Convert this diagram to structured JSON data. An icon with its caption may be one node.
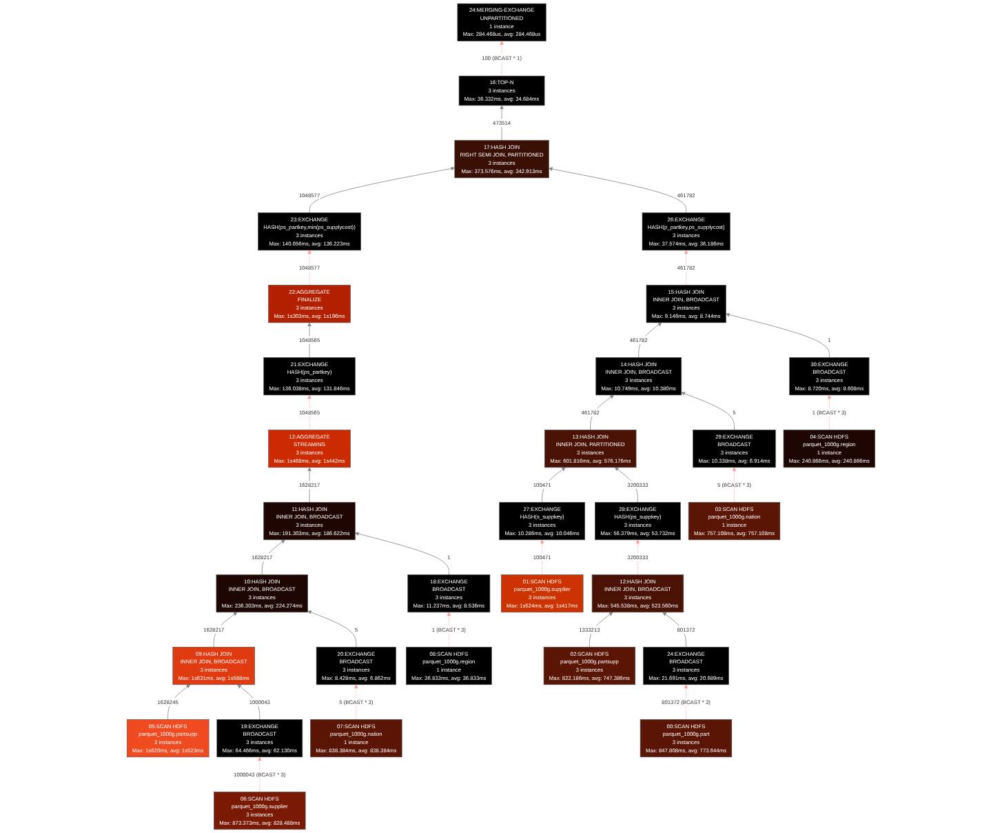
{
  "diagram": {
    "nodes": [
      {
        "text": [
          "24:MERGING-EXCHANGE",
          "UNPARTITIONED",
          "1 instance",
          "Max: 284.468us, avg: 284.468us"
        ]
      },
      {
        "text": [
          "16:TOP-N",
          "3 instances",
          "Max: 36.332ms, avg: 34.684ms"
        ]
      },
      {
        "text": [
          "17:HASH JOIN",
          "RIGHT SEMI JOIN, PARTITIONED",
          "3 instances",
          "Max: 373.576ms, avg: 342.913ms"
        ]
      },
      {
        "text": [
          "23:EXCHANGE",
          "HASH(ps_partkey,min(ps_supplycost))",
          "3 instances",
          "Max: 140.656ms, avg: 136.223ms"
        ]
      },
      {
        "text": [
          "22:AGGREGATE",
          "FINALIZE",
          "3 instances",
          "Max: 1s303ms, avg: 1s196ms"
        ]
      },
      {
        "text": [
          "21:EXCHANGE",
          "HASH(ps_partkey)",
          "3 instances",
          "Max: 136.038ms, avg: 131.846ms"
        ]
      },
      {
        "text": [
          "12:AGGREGATE",
          "STREAMING",
          "3 instances",
          "Max: 1s468ms, avg: 1s442ms"
        ]
      },
      {
        "text": [
          "11:HASH JOIN",
          "INNER JOIN, BROADCAST",
          "3 instances",
          "Max: 191.303ms, avg: 186.622ms"
        ]
      },
      {
        "text": [
          "10:HASH JOIN",
          "INNER JOIN, BROADCAST",
          "3 instances",
          "Max: 236.303ms, avg: 224.274ms"
        ]
      },
      {
        "text": [
          "09:HASH JOIN",
          "INNER JOIN, BROADCAST",
          "3 instances",
          "Max: 1s631ms, avg: 1s588ms"
        ]
      },
      {
        "text": [
          "05:SCAN HDFS",
          "parquet_1000g.partsupp",
          "3 instances",
          "Max: 1s620ms, avg: 1s523ms"
        ]
      },
      {
        "text": [
          "19:EXCHANGE",
          "BROADCAST",
          "3 instances",
          "Max: 64.466ms, avg: 62.130ms"
        ]
      },
      {
        "text": [
          "06:SCAN HDFS",
          "parquet_1000g.supplier",
          "3 instances",
          "Max: 873.373ms, avg: 828.488ms"
        ]
      },
      {
        "text": [
          "20:EXCHANGE",
          "BROADCAST",
          "3 instances",
          "Max: 8.428ms, avg: 6.862ms"
        ]
      },
      {
        "text": [
          "07:SCAN HDFS",
          "parquet_1000g.nation",
          "1 instance",
          "Max: 838.384ms, avg: 838.384ms"
        ]
      },
      {
        "text": [
          "18:EXCHANGE",
          "BROADCAST",
          "3 instances",
          "Max: 11.237ms, avg: 8.536ms"
        ]
      },
      {
        "text": [
          "08:SCAN HDFS",
          "parquet_1000g.region",
          "1 instance",
          "Max: 36.833ms, avg: 36.833ms"
        ]
      },
      {
        "text": [
          "26:EXCHANGE",
          "HASH(p_partkey,ps_supplycost)",
          "3 instances",
          "Max: 37.574ms, avg: 36.186ms"
        ]
      },
      {
        "text": [
          "15:HASH JOIN",
          "INNER JOIN, BROADCAST",
          "3 instances",
          "Max: 9.146ms, avg: 8.744ms"
        ]
      },
      {
        "text": [
          "14:HASH JOIN",
          "INNER JOIN, BROADCAST",
          "3 instances",
          "Max: 10.749ms, avg: 10.380ms"
        ]
      },
      {
        "text": [
          "13:HASH JOIN",
          "INNER JOIN, PARTITIONED",
          "3 instances",
          "Max: 601.816ms, avg: 576.176ms"
        ]
      },
      {
        "text": [
          "27:EXCHANGE",
          "HASH(s_suppkey)",
          "3 instances",
          "Max: 10.286ms, avg: 10.046ms"
        ]
      },
      {
        "text": [
          "01:SCAN HDFS",
          "parquet_1000g.supplier",
          "3 instances",
          "Max: 1s524ms, avg: 1s417ms"
        ]
      },
      {
        "text": [
          "28:EXCHANGE",
          "HASH(ps_suppkey)",
          "3 instances",
          "Max: 56.379ms, avg: 53.732ms"
        ]
      },
      {
        "text": [
          "12:HASH JOIN",
          "INNER JOIN, BROADCAST",
          "3 instances",
          "Max: 545.538ms, avg: 523.560ms"
        ]
      },
      {
        "text": [
          "02:SCAN HDFS",
          "parquet_1000g.partsupp",
          "3 instances",
          "Max: 822.186ms, avg: 747.386ms"
        ]
      },
      {
        "text": [
          "24:EXCHANGE",
          "BROADCAST",
          "3 instances",
          "Max: 21.691ms, avg: 20.689ms"
        ]
      },
      {
        "text": [
          "00:SCAN HDFS",
          "parquet_1000g.part",
          "3 instances",
          "Max: 847.808ms, avg: 773.644ms"
        ]
      },
      {
        "text": [
          "29:EXCHANGE",
          "BROADCAST",
          "3 instances",
          "Max: 10.338ms, avg: 6.914ms"
        ]
      },
      {
        "text": [
          "03:SCAN HDFS",
          "parquet_1000g.nation",
          "1 instance",
          "Max: 757.108ms, avg: 757.108ms"
        ]
      },
      {
        "text": [
          "30:EXCHANGE",
          "BROADCAST",
          "3 instances",
          "Max: 8.720ms, avg: 8.608ms"
        ]
      },
      {
        "text": [
          "04:SCAN HDFS",
          "parquet_1000g.region",
          "1 instance",
          "Max: 240.866ms, avg: 240.866ms"
        ]
      }
    ],
    "edges": [
      {
        "from": 1,
        "to": 0,
        "arrow": "to",
        "label": "100 (BCAST * 1)",
        "style": "dashed",
        "color": "#ff9999"
      },
      {
        "from": 2,
        "to": 1,
        "arrow": "to",
        "label": "473514"
      },
      {
        "from": 3,
        "to": 2,
        "arrow": "to",
        "label": "1048577"
      },
      {
        "from": 17,
        "to": 2,
        "arrow": "to",
        "label": "461782"
      },
      {
        "from": 4,
        "to": 3,
        "arrow": "to",
        "label": "1048577",
        "style": "dashed",
        "color": "#ff9999"
      },
      {
        "from": 5,
        "to": 4,
        "arrow": "to",
        "label": "1048565"
      },
      {
        "from": 6,
        "to": 5,
        "arrow": "to",
        "label": "1048565",
        "style": "dashed",
        "color": "#ff9999"
      },
      {
        "from": 7,
        "to": 6,
        "arrow": "to",
        "label": "1628217"
      },
      {
        "from": 8,
        "to": 7,
        "arrow": "to",
        "label": "1628217"
      },
      {
        "from": 15,
        "to": 7,
        "arrow": "to",
        "label": "1"
      },
      {
        "from": 9,
        "to": 8,
        "arrow": "to",
        "label": "1628217"
      },
      {
        "from": 13,
        "to": 8,
        "arrow": "to",
        "label": "5"
      },
      {
        "from": 10,
        "to": 9,
        "arrow": "to",
        "label": "1628245"
      },
      {
        "from": 11,
        "to": 9,
        "arrow": "to",
        "label": "1000043"
      },
      {
        "from": 12,
        "to": 11,
        "arrow": "to",
        "label": "1000043 (BCAST * 3)",
        "style": "dashed",
        "color": "#ff9999"
      },
      {
        "from": 14,
        "to": 13,
        "arrow": "to",
        "label": "5 (BCAST * 3)",
        "style": "dashed",
        "color": "#ff9999"
      },
      {
        "from": 16,
        "to": 15,
        "arrow": "to",
        "label": "1 (BCAST * 3)",
        "style": "dashed",
        "color": "#ff9999"
      },
      {
        "from": 18,
        "to": 17,
        "arrow": "to",
        "label": "461782",
        "style": "dashed",
        "color": "#ff9999"
      },
      {
        "from": 19,
        "to": 18,
        "arrow": "to",
        "label": "461782"
      },
      {
        "from": 30,
        "to": 18,
        "arrow": "to",
        "label": "1"
      },
      {
        "from": 20,
        "to": 19,
        "arrow": "to",
        "label": "461782"
      },
      {
        "from": 28,
        "to": 19,
        "arrow": "to",
        "label": "5"
      },
      {
        "from": 21,
        "to": 20,
        "arrow": "to",
        "label": "100471"
      },
      {
        "from": 23,
        "to": 20,
        "arrow": "to",
        "label": "3200333"
      },
      {
        "from": 22,
        "to": 21,
        "arrow": "to",
        "label": "100471",
        "style": "dashed",
        "color": "#ff9999"
      },
      {
        "from": 24,
        "to": 23,
        "arrow": "to",
        "label": "3200333",
        "style": "dashed",
        "color": "#ff9999"
      },
      {
        "from": 25,
        "to": 24,
        "arrow": "to",
        "label": "1333213"
      },
      {
        "from": 26,
        "to": 24,
        "arrow": "to",
        "label": "801372"
      },
      {
        "from": 27,
        "to": 26,
        "arrow": "to",
        "label": "801372 (BCAST * 3)",
        "style": "dashed",
        "color": "#ff9999"
      },
      {
        "from": 29,
        "to": 28,
        "arrow": "to",
        "label": "5 (BCAST * 3)",
        "style": "dashed",
        "color": "#ff9999"
      },
      {
        "from": 31,
        "to": 30,
        "arrow": "to",
        "label": "1 (BCAST * 3)",
        "style": "dashed",
        "color": "#ff9999"
      }
    ]
  }
}
